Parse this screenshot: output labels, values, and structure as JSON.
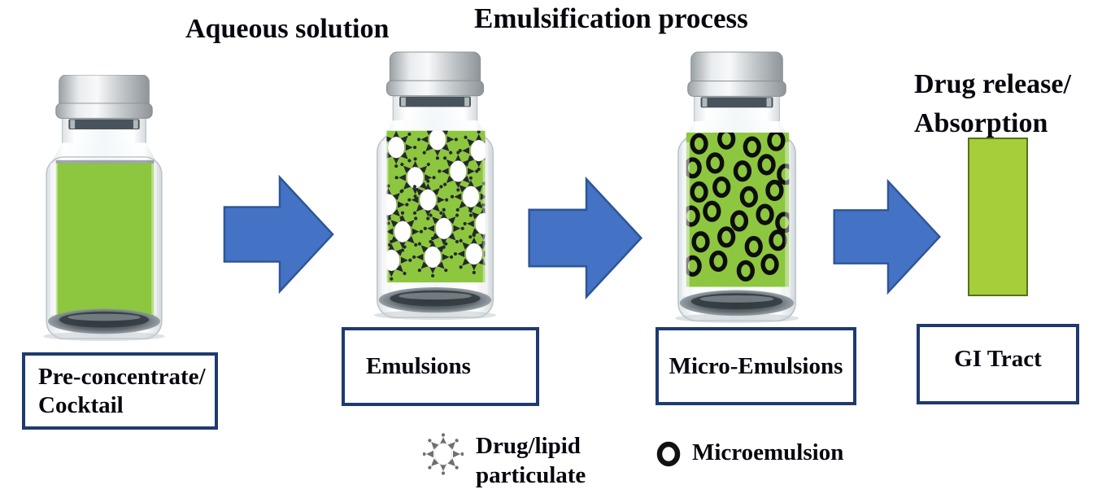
{
  "headings": {
    "aqueous_solution": "Aqueous solution",
    "emulsification_process": "Emulsification process",
    "drug_release_line1": "Drug release/",
    "drug_release_line2": "Absorption"
  },
  "stages": [
    {
      "name": "pre-concentrate-cocktail",
      "label_line1": "Pre-concentrate/",
      "label_line2": "Cocktail"
    },
    {
      "name": "emulsions",
      "label": "Emulsions"
    },
    {
      "name": "micro-emulsions",
      "label": "Micro-Emulsions"
    },
    {
      "name": "gi-tract",
      "label": "GI Tract"
    }
  ],
  "legend": [
    {
      "icon": "drug-lipid-particulate-icon",
      "label_line1": "Drug/lipid",
      "label_line2": "particulate"
    },
    {
      "icon": "microemulsion-icon",
      "label": "Microemulsion"
    }
  ],
  "colors": {
    "liquid_green": "#8dc63f",
    "bar_green": "#a5ce39",
    "bar_border": "#55711c",
    "arrow_fill": "#4472c4",
    "arrow_border": "#2f5597",
    "box_border": "#1f3a70",
    "text": "#07070f",
    "legend_star": "#6f6f6f",
    "legend_ring": "#111111"
  }
}
